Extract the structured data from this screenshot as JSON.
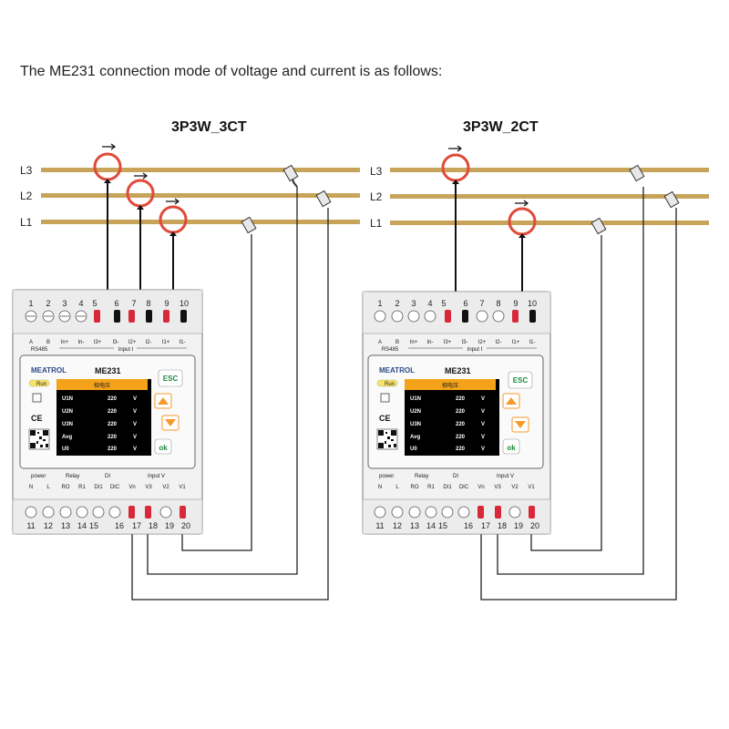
{
  "heading": "The ME231 connection mode of voltage and current is as follows:",
  "colors": {
    "busbar": "#c8a45a",
    "ct_ring": "#e04a3a",
    "terminal_red": "#d9283a",
    "lcd_bg": "#000000",
    "lcd_header": "#f4a21a",
    "esc_green": "#1a8a3a",
    "arrow_orange": "#f39a2b"
  },
  "diagrams": [
    {
      "title": "3P3W_3CT",
      "line_labels": [
        "L3",
        "L2",
        "L1"
      ],
      "meter": {
        "brand": "MEATROL",
        "model": "ME231",
        "run_label": "Run",
        "lcd_header": "相电压",
        "top_terminals": [
          "1",
          "2",
          "3",
          "4",
          "5",
          "6",
          "7",
          "8",
          "9",
          "10"
        ],
        "top_labels": [
          "A",
          "B",
          "In+",
          "In-",
          "I3+",
          "I3-",
          "I2+",
          "I2-",
          "I1+",
          "I1-"
        ],
        "rs485": "RS485",
        "input_i": "Input I",
        "rows": [
          {
            "name": "U1N",
            "value": "220",
            "unit": "V"
          },
          {
            "name": "U2N",
            "value": "220",
            "unit": "V"
          },
          {
            "name": "U3N",
            "value": "220",
            "unit": "V"
          },
          {
            "name": "Avg",
            "value": "220",
            "unit": "V"
          },
          {
            "name": "U0",
            "value": "220",
            "unit": "V"
          }
        ],
        "esc": "ESC",
        "ok": "ok",
        "ce": "CE",
        "bottom_groups": {
          "power": "power",
          "relay": "Relay",
          "di": "DI",
          "input_v": "Input V"
        },
        "bottom_labels": [
          "N",
          "L",
          "RO",
          "R1",
          "DI1",
          "DIC",
          "Vn",
          "V3",
          "V2",
          "V1"
        ],
        "bottom_terminals": [
          "11",
          "12",
          "13",
          "14",
          "15",
          "16",
          "17",
          "18",
          "19",
          "20"
        ]
      }
    },
    {
      "title": "3P3W_2CT",
      "line_labels": [
        "L3",
        "L2",
        "L1"
      ],
      "meter": {
        "brand": "MEATROL",
        "model": "ME231",
        "run_label": "Run",
        "lcd_header": "相电压",
        "top_terminals": [
          "1",
          "2",
          "3",
          "4",
          "5",
          "6",
          "7",
          "8",
          "9",
          "10"
        ],
        "top_labels": [
          "A",
          "B",
          "In+",
          "In-",
          "I3+",
          "I3-",
          "I2+",
          "I2-",
          "I1+",
          "I1-"
        ],
        "rs485": "RS485",
        "input_i": "Input I",
        "rows": [
          {
            "name": "U1N",
            "value": "220",
            "unit": "V"
          },
          {
            "name": "U2N",
            "value": "220",
            "unit": "V"
          },
          {
            "name": "U3N",
            "value": "220",
            "unit": "V"
          },
          {
            "name": "Avg",
            "value": "220",
            "unit": "V"
          },
          {
            "name": "U0",
            "value": "220",
            "unit": "V"
          }
        ],
        "esc": "ESC",
        "ok": "ok",
        "ce": "CE",
        "bottom_groups": {
          "power": "power",
          "relay": "Relay",
          "di": "DI",
          "input_v": "Input V"
        },
        "bottom_labels": [
          "N",
          "L",
          "RO",
          "R1",
          "DI1",
          "DIC",
          "Vn",
          "V3",
          "V2",
          "V1"
        ],
        "bottom_terminals": [
          "11",
          "12",
          "13",
          "14",
          "15",
          "16",
          "17",
          "18",
          "19",
          "20"
        ]
      }
    }
  ]
}
